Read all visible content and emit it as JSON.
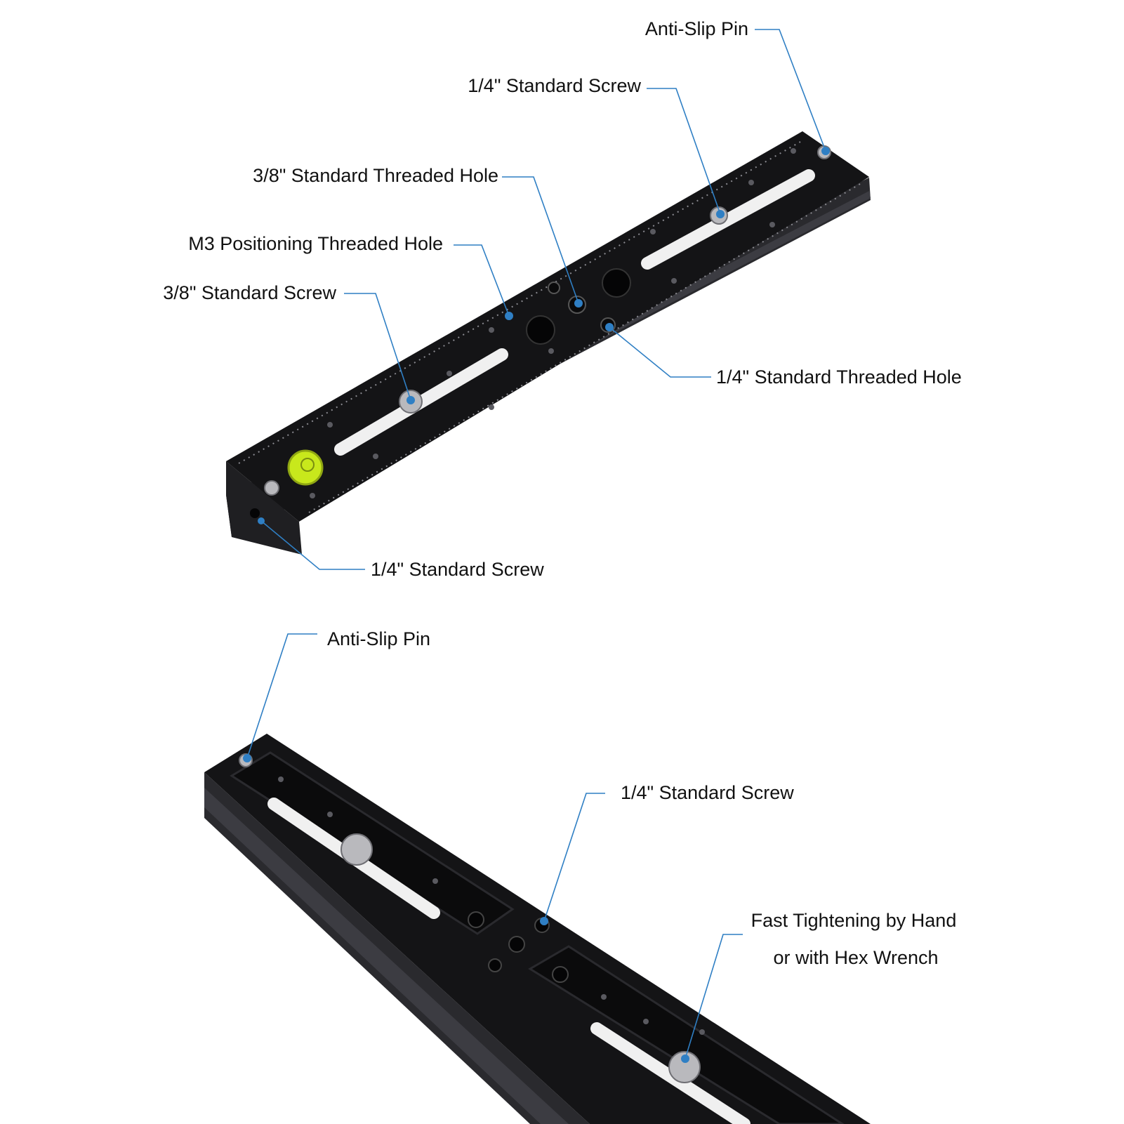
{
  "colors": {
    "background": "#ffffff",
    "plate": "#141416",
    "plate_side": "#2a2a2e",
    "leader": "#2f7fc4",
    "dot": "#2f7fc4",
    "level": "#c8e81c",
    "metal": "#b9b9bd"
  },
  "top_view": {
    "labels": {
      "anti_slip_pin": "Anti-Slip Pin",
      "quarter_screw_top": "1/4\" Standard Screw",
      "threeeighths_threaded_hole": "3/8\" Standard Threaded Hole",
      "m3_hole": "M3 Positioning Threaded Hole",
      "threeeighths_screw": "3/8\" Standard Screw",
      "quarter_threaded_hole": "1/4\" Standard Threaded Hole",
      "quarter_screw_side": "1/4\" Standard Screw"
    }
  },
  "bottom_view": {
    "labels": {
      "anti_slip_pin": "Anti-Slip Pin",
      "quarter_screw": "1/4\" Standard Screw",
      "fast_tightening_line1": "Fast Tightening by Hand",
      "fast_tightening_line2": "or with Hex Wrench"
    }
  }
}
